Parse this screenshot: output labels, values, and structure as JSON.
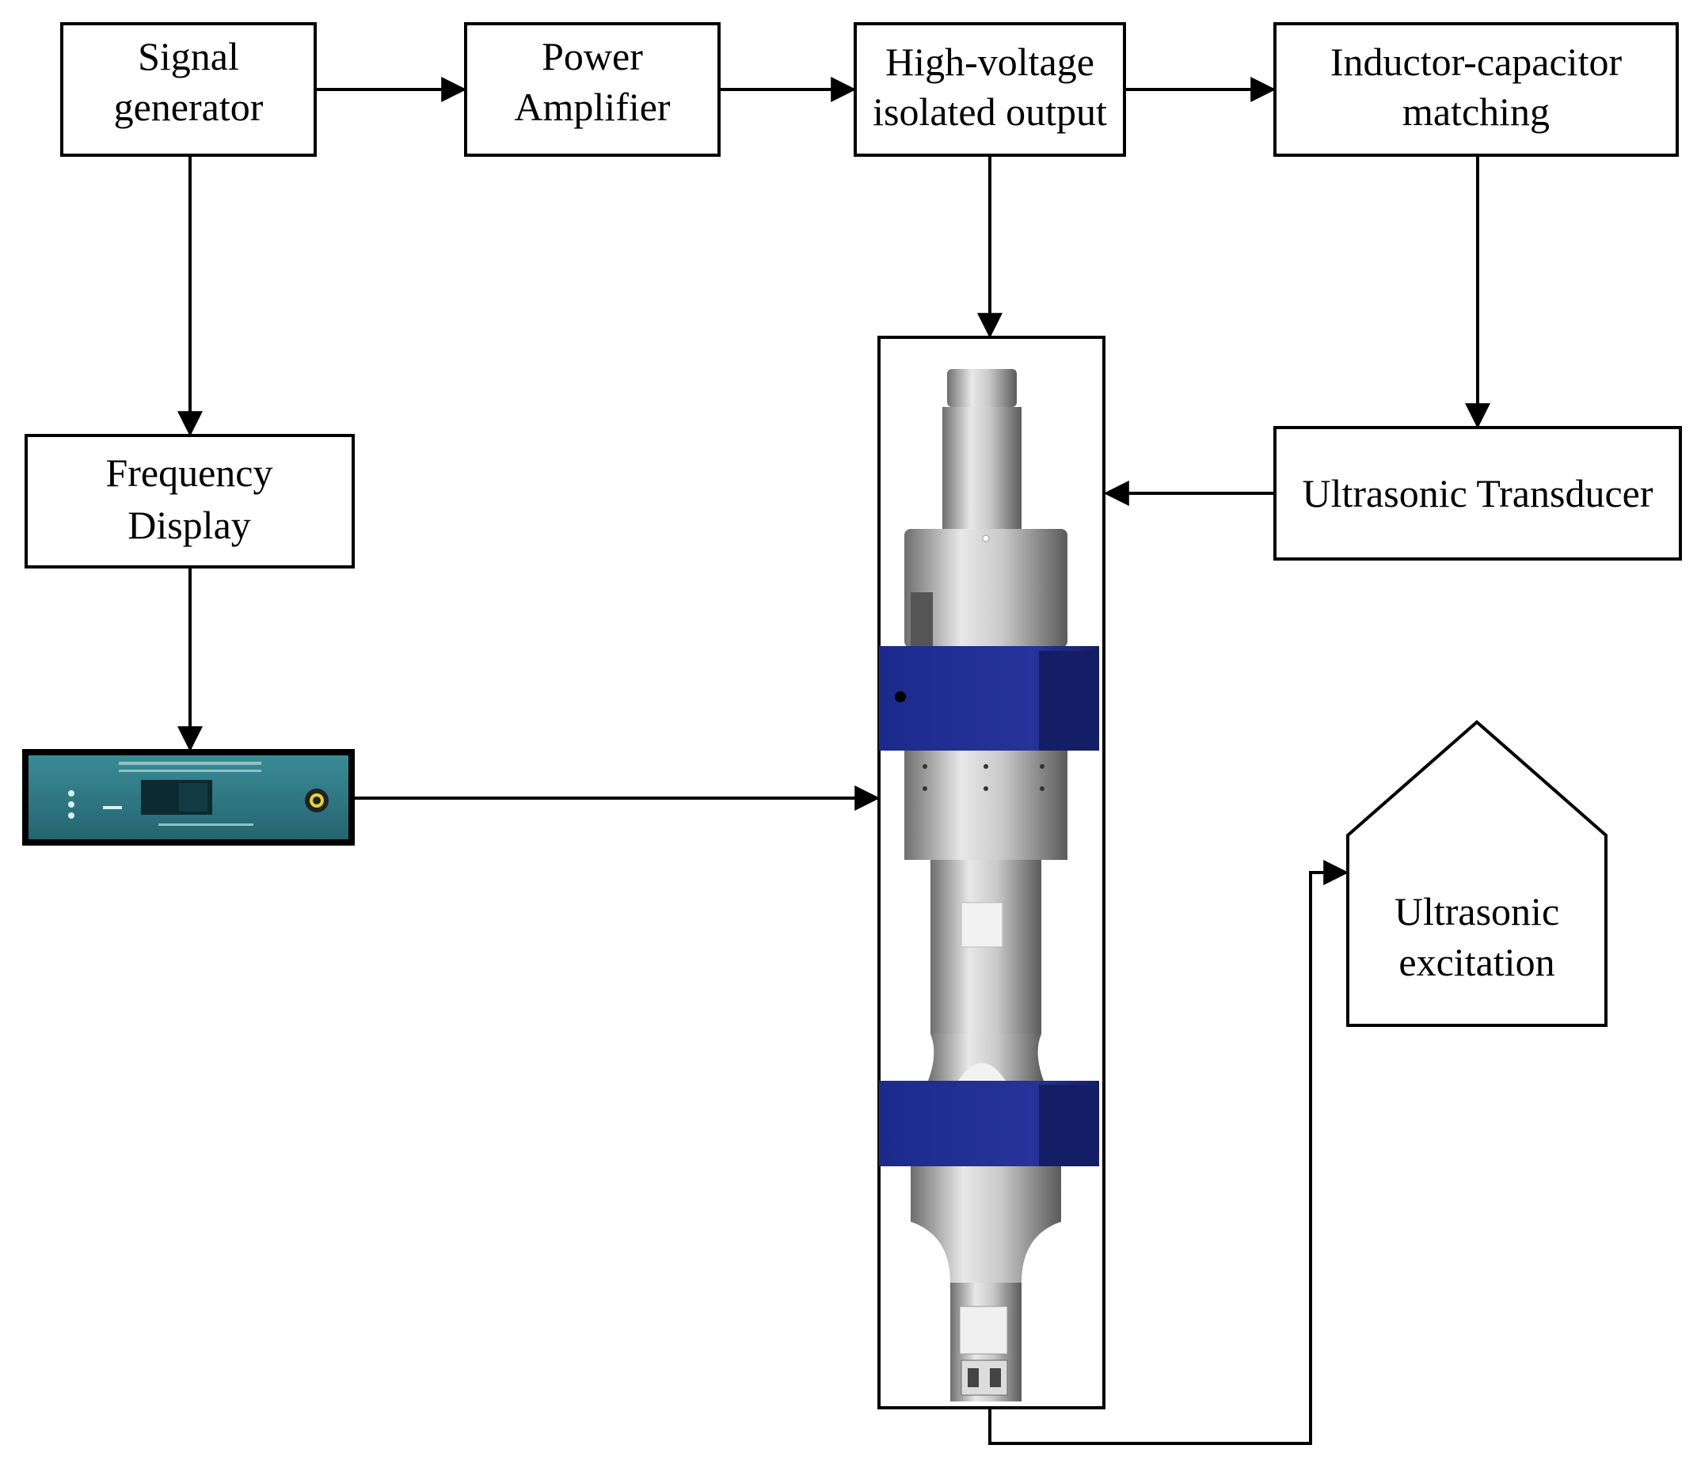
{
  "blocks": {
    "signal_generator": {
      "line1": "Signal",
      "line2": "generator"
    },
    "power_amplifier": {
      "line1": "Power",
      "line2": "Amplifier"
    },
    "high_voltage_output": {
      "line1": "High-voltage",
      "line2": "isolated output"
    },
    "lc_matching": {
      "line1": "Inductor-capacitor",
      "line2": "matching"
    },
    "frequency_display": {
      "line1": "Frequency",
      "line2": "Display"
    },
    "ultrasonic_transducer": {
      "line1": "Ultrasonic Transducer"
    },
    "ultrasonic_excitation": {
      "line1": "Ultrasonic",
      "line2": "excitation"
    }
  },
  "colors": {
    "line": "#000000",
    "clamp_blue": "#1c2a8c",
    "metal_light": "#e4e4e4",
    "metal_dark": "#8a8a8a",
    "panel_teal": "#2f7f8c"
  },
  "images": {
    "generator_panel": "ultrasonic-generator-device-photo",
    "horn_assembly": "ultrasonic-horn-with-blue-clamps-render"
  }
}
